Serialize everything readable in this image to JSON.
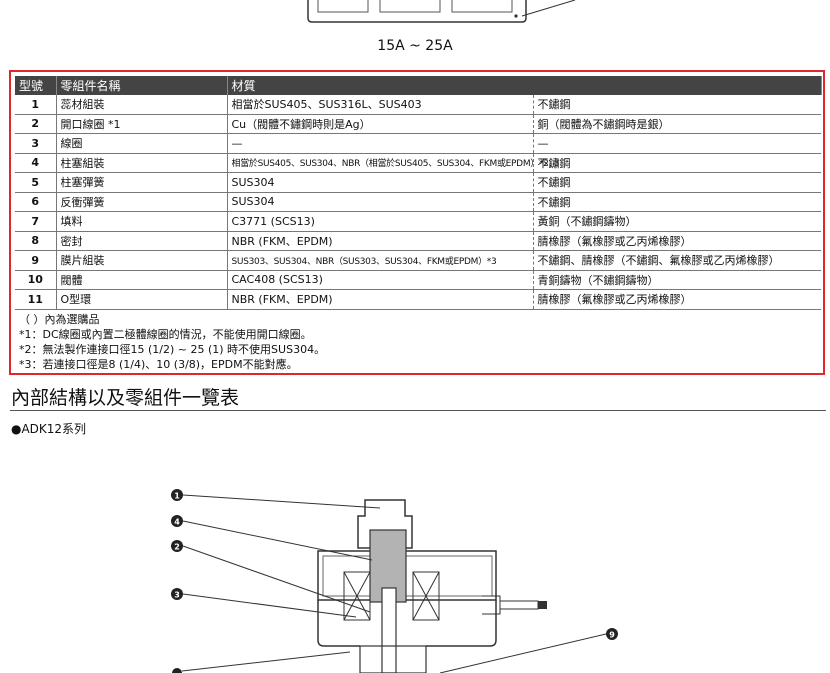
{
  "top_caption": "15A ~ 25A",
  "table": {
    "headers": {
      "no": "型號",
      "name": "零組件名稱",
      "material": "材質"
    },
    "rows": [
      {
        "no": "1",
        "name": "蕊材組裝",
        "mat1": "相當於SUS405、SUS316L、SUS403",
        "mat2": "不鏽鋼"
      },
      {
        "no": "2",
        "name": "開口線圈 *1",
        "mat1": "Cu（閥體不鏽鋼時則是Ag）",
        "mat2": "銅（閥體為不鏽鋼時是銀）"
      },
      {
        "no": "3",
        "name": "線圈",
        "mat1": "—",
        "mat2": "—"
      },
      {
        "no": "4",
        "name": "柱塞組裝",
        "mat1": "相當於SUS405、SUS304、NBR（相當於SUS405、SUS304、FKM或EPDM）*2, 3",
        "mat2": "不鏽鋼"
      },
      {
        "no": "5",
        "name": "柱塞彈簧",
        "mat1": "SUS304",
        "mat2": "不鏽鋼"
      },
      {
        "no": "6",
        "name": "反衝彈簧",
        "mat1": "SUS304",
        "mat2": "不鏽鋼"
      },
      {
        "no": "7",
        "name": "填料",
        "mat1": "C3771 (SCS13)",
        "mat2": "黃銅（不鏽鋼鑄物）"
      },
      {
        "no": "8",
        "name": "密封",
        "mat1": "NBR (FKM、EPDM)",
        "mat2": "腈橡膠（氟橡膠或乙丙烯橡膠）"
      },
      {
        "no": "9",
        "name": "膜片組裝",
        "mat1": "SUS303、SUS304、NBR（SUS303、SUS304、FKM或EPDM）*3",
        "mat2": "不鏽鋼、腈橡膠（不鏽鋼、氟橡膠或乙丙烯橡膠）"
      },
      {
        "no": "10",
        "name": "閥體",
        "mat1": "CAC408 (SCS13)",
        "mat2": "青銅鑄物（不鏽鋼鑄物）"
      },
      {
        "no": "11",
        "name": "O型環",
        "mat1": "NBR (FKM、EPDM)",
        "mat2": "腈橡膠（氟橡膠或乙丙烯橡膠）"
      }
    ]
  },
  "notes": [
    "（ ）內為選購品",
    "*1：DC線圈或內置二極體線圈的情況，不能使用開口線圈。",
    "*2：無法製作連接口徑15 (1/2) ~ 25 (1) 時不使用SUS304。",
    "*3：若連接口徑是8 (1/4)、10 (3/8)，EPDM不能對應。"
  ],
  "section_title": "內部結構以及零組件一覽表",
  "series_label": "●ADK12系列",
  "diagram_callouts": [
    "1",
    "4",
    "2",
    "3",
    "9"
  ],
  "colors": {
    "accent_frame": "#e3262e",
    "header_bg": "#444444",
    "plunger_gray": "#b3b3b3"
  }
}
